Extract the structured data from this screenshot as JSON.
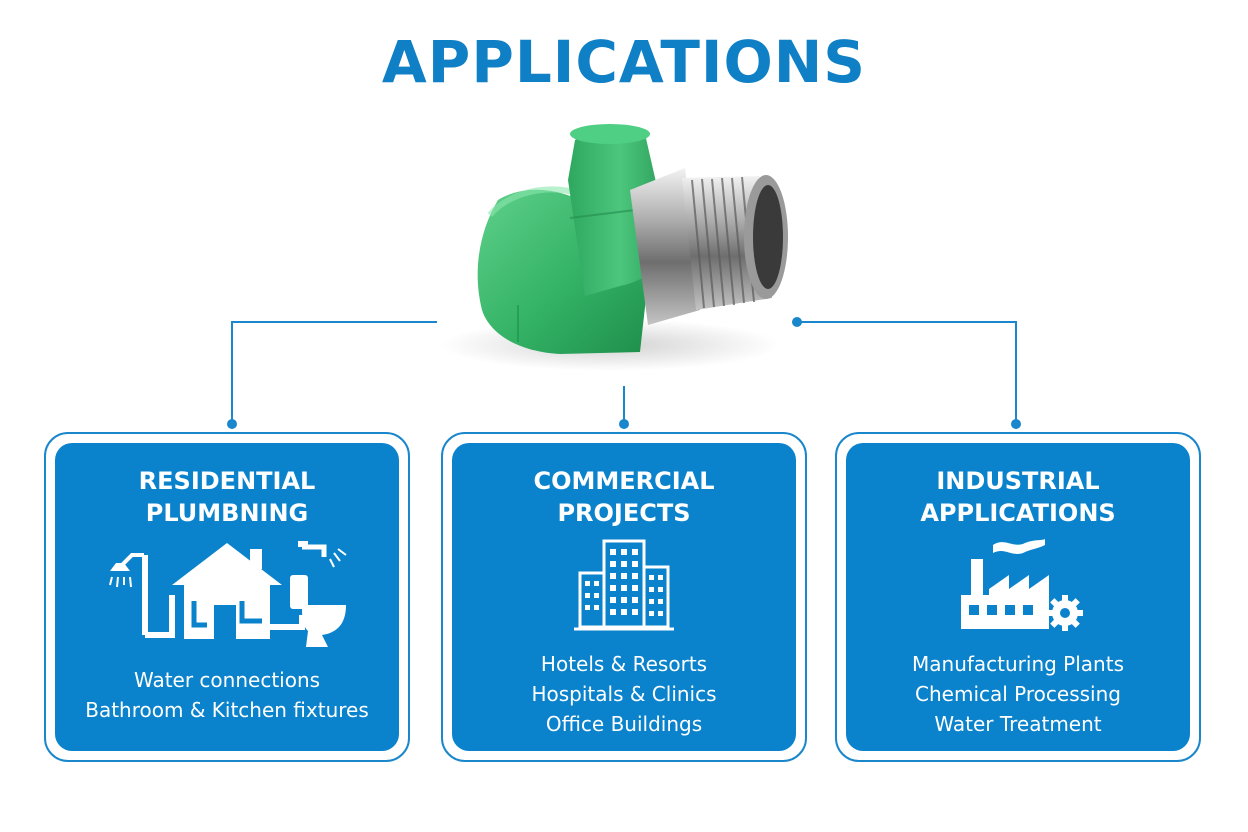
{
  "title": "APPLICATIONS",
  "colors": {
    "title": "#0f7fc6",
    "card_blue": "#0a83cc",
    "connector": "#1a87cc",
    "fitting_green": "#3bb86a"
  },
  "cards": [
    {
      "title_lines": [
        "RESIDENTIAL",
        "PLUMBNING"
      ],
      "icon": "house-plumbing-icon",
      "lines": [
        "Water connections",
        "Bathroom & Kitchen fixtures"
      ]
    },
    {
      "title_lines": [
        "COMMERCIAL",
        "PROJECTS"
      ],
      "icon": "office-buildings-icon",
      "lines": [
        "Hotels & Resorts",
        "Hospitals & Clinics",
        "Office Buildings"
      ]
    },
    {
      "title_lines": [
        "INDUSTRIAL",
        "APPLICATIONS"
      ],
      "icon": "factory-gear-icon",
      "lines": [
        "Manufacturing Plants",
        "Chemical Processing",
        "Water Treatment"
      ]
    }
  ]
}
